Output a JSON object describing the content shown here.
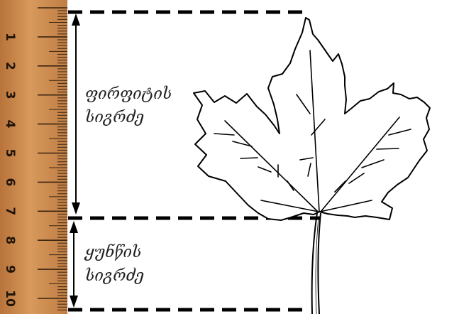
{
  "ruler": {
    "numbers": [
      "1",
      "2",
      "3",
      "4",
      "5",
      "6",
      "7",
      "8",
      "9",
      "10"
    ],
    "wood_color": "#c98a4e",
    "tick_color": "#3a2410"
  },
  "labels": {
    "blade_line1": "ფირფიტის",
    "blade_line2": "სიგრძე",
    "petiole_line1": "ყუნწის",
    "petiole_line2": "სიგრძე"
  },
  "colors": {
    "line": "#000000",
    "leaf_fill": "#ffffff"
  }
}
